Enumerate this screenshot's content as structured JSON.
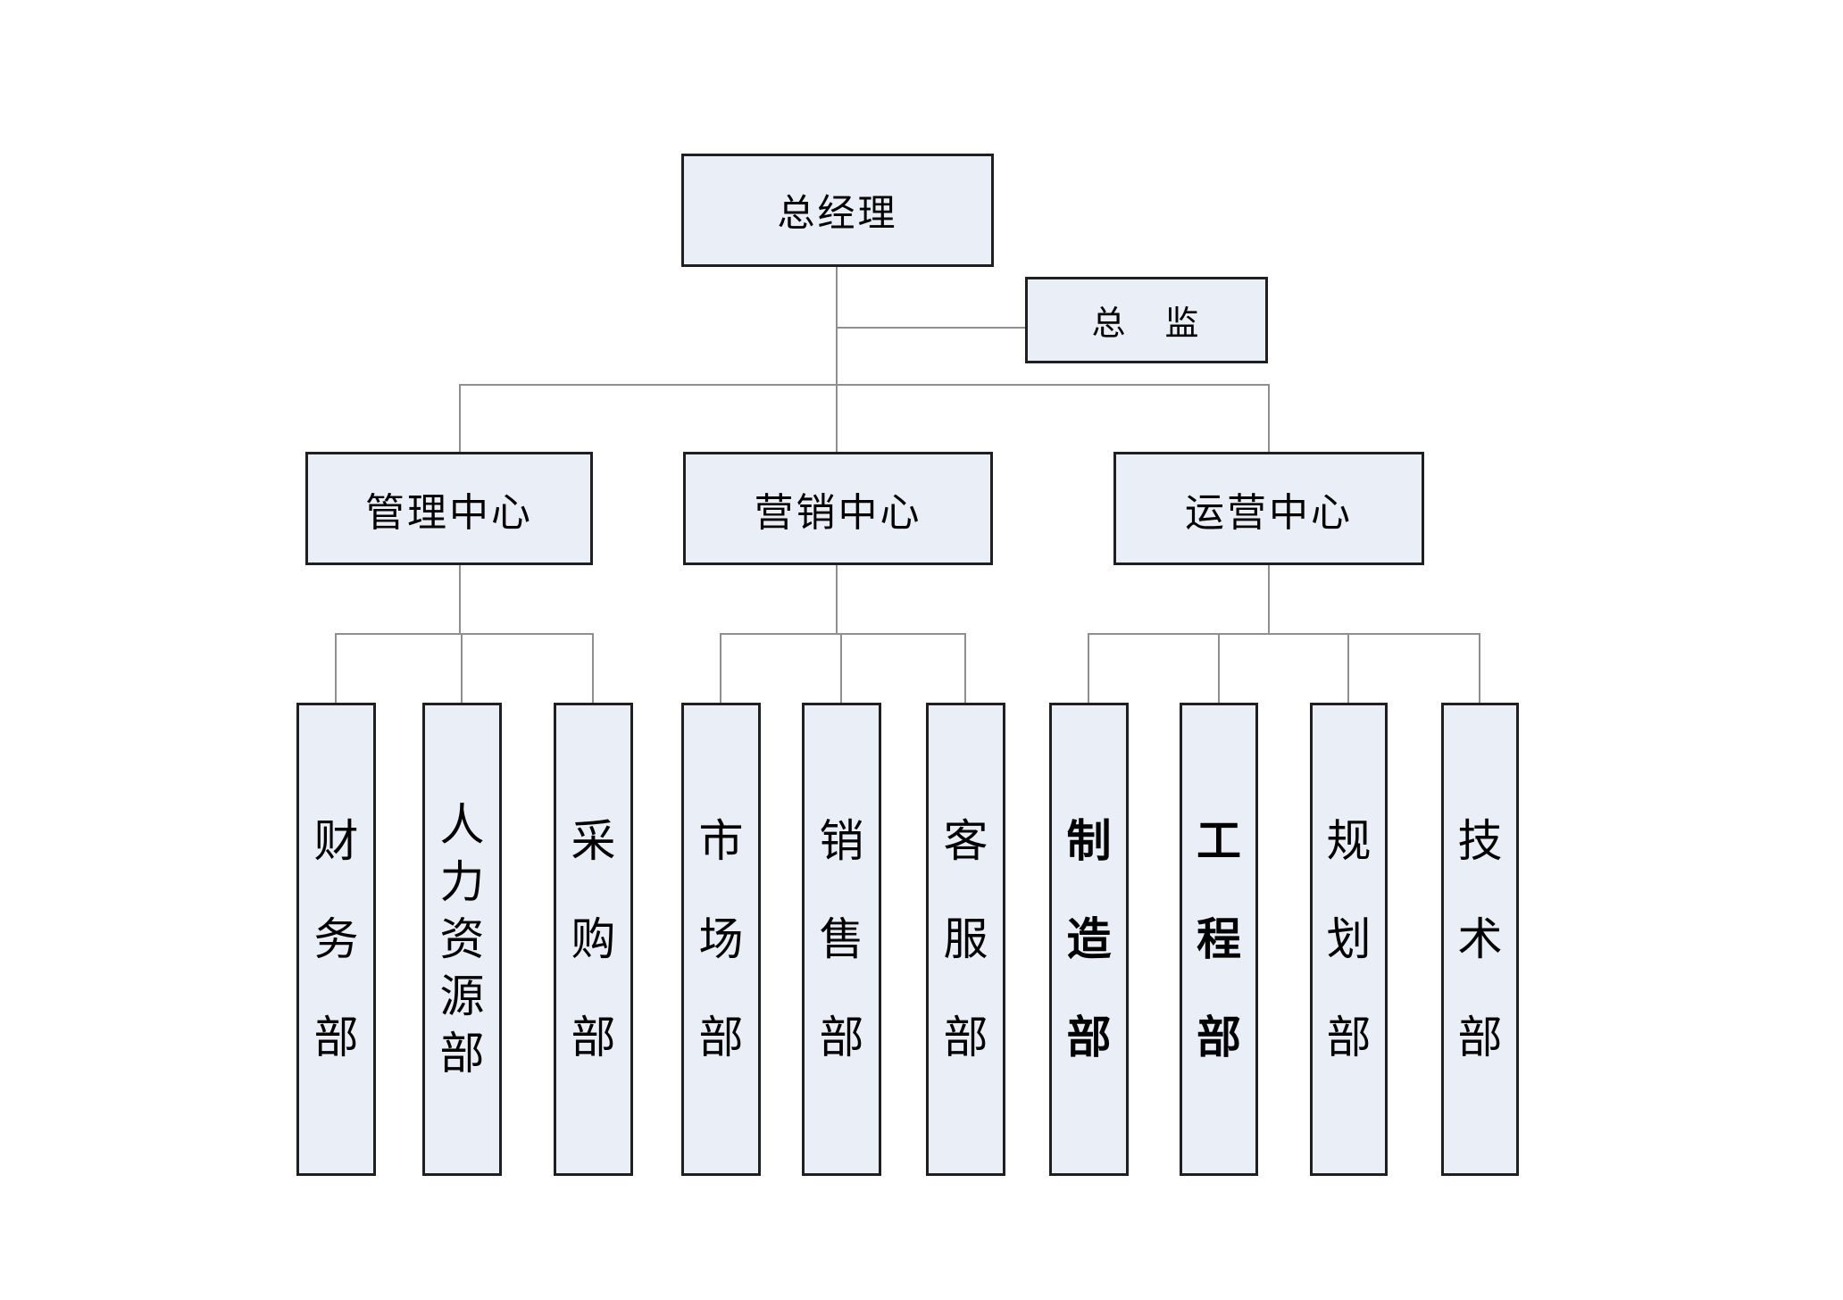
{
  "org": {
    "root": {
      "label": "总经理"
    },
    "director": {
      "label": "总　监"
    },
    "centers": [
      {
        "label": "管理中心",
        "departments": [
          {
            "label": "财务部"
          },
          {
            "label": "人力资源部"
          },
          {
            "label": "采购部"
          }
        ]
      },
      {
        "label": "营销中心",
        "departments": [
          {
            "label": "市场部"
          },
          {
            "label": "销售部"
          },
          {
            "label": "客服部"
          }
        ]
      },
      {
        "label": "运营中心",
        "departments": [
          {
            "label": "制造部"
          },
          {
            "label": "工程部"
          },
          {
            "label": "规划部"
          },
          {
            "label": "技术部"
          }
        ]
      }
    ]
  },
  "colors": {
    "background": "#ffffff",
    "box_fill": "#e9eef7",
    "box_border": "#1f1f1f",
    "connector": "#8f8f8f",
    "text": "#000000"
  }
}
